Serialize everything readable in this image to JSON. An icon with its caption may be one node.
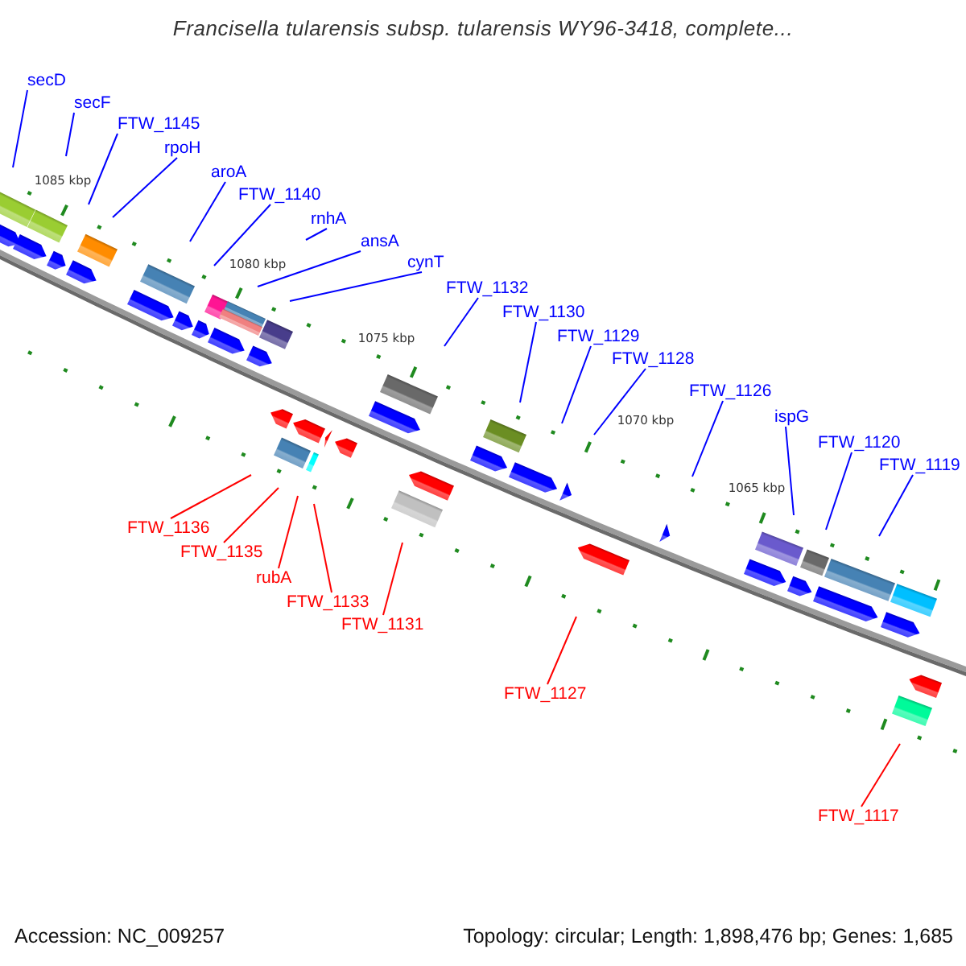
{
  "diagram": {
    "title": "Francisella tularensis subsp. tularensis WY96-3418, complete...",
    "nodes": [
      {
        "text": [
          "secD"
        ]
      },
      {
        "text": [
          "secF"
        ]
      },
      {
        "text": [
          "FTW_1145"
        ]
      },
      {
        "text": [
          "rpoH"
        ]
      },
      {
        "text": [
          "aroA"
        ]
      },
      {
        "text": [
          "FTW_1140"
        ]
      },
      {
        "text": [
          "rnhA"
        ]
      },
      {
        "text": [
          "ansA"
        ]
      },
      {
        "text": [
          "cynT"
        ]
      },
      {
        "text": [
          "FTW_1132"
        ]
      },
      {
        "text": [
          "FTW_1130"
        ]
      },
      {
        "text": [
          "FTW_1129"
        ]
      },
      {
        "text": [
          "FTW_1128"
        ]
      },
      {
        "text": [
          "FTW_1126"
        ]
      },
      {
        "text": [
          "ispG"
        ]
      },
      {
        "text": [
          "FTW_1120"
        ]
      },
      {
        "text": [
          "FTW_1119"
        ]
      },
      {
        "text": [
          "FTW_1136"
        ]
      },
      {
        "text": [
          "FTW_1135"
        ]
      },
      {
        "text": [
          "rubA"
        ]
      },
      {
        "text": [
          "FTW_1133"
        ]
      },
      {
        "text": [
          "FTW_1131"
        ]
      },
      {
        "text": [
          "FTW_1127"
        ]
      },
      {
        "text": [
          "FTW_1117"
        ]
      }
    ],
    "edges": [
      {
        "from": 0,
        "to": null,
        "arrow": "none"
      },
      {
        "from": 1,
        "to": null,
        "arrow": "none"
      },
      {
        "from": 2,
        "to": null,
        "arrow": "none"
      },
      {
        "from": 3,
        "to": null,
        "arrow": "none"
      },
      {
        "from": 4,
        "to": null,
        "arrow": "none"
      },
      {
        "from": 5,
        "to": null,
        "arrow": "none"
      },
      {
        "from": 6,
        "to": null,
        "arrow": "none"
      },
      {
        "from": 7,
        "to": null,
        "arrow": "none"
      },
      {
        "from": 8,
        "to": null,
        "arrow": "none"
      },
      {
        "from": 9,
        "to": null,
        "arrow": "none"
      },
      {
        "from": 10,
        "to": null,
        "arrow": "none"
      },
      {
        "from": 11,
        "to": null,
        "arrow": "none"
      },
      {
        "from": 12,
        "to": null,
        "arrow": "none"
      },
      {
        "from": 13,
        "to": null,
        "arrow": "none"
      },
      {
        "from": 14,
        "to": null,
        "arrow": "none"
      },
      {
        "from": 15,
        "to": null,
        "arrow": "none"
      },
      {
        "from": 16,
        "to": null,
        "arrow": "none"
      },
      {
        "from": 17,
        "to": null,
        "arrow": "none",
        "color": "#ff0000"
      },
      {
        "from": 18,
        "to": null,
        "arrow": "none",
        "color": "#ff0000"
      },
      {
        "from": 19,
        "to": null,
        "arrow": "none",
        "color": "#ff0000"
      },
      {
        "from": 20,
        "to": null,
        "arrow": "none",
        "color": "#ff0000"
      },
      {
        "from": 21,
        "to": null,
        "arrow": "none",
        "color": "#ff0000"
      },
      {
        "from": 22,
        "to": null,
        "arrow": "none",
        "color": "#ff0000"
      },
      {
        "from": 23,
        "to": null,
        "arrow": "none",
        "color": "#ff0000"
      }
    ],
    "labels": [
      "1085 kbp",
      "1080 kbp",
      "1075 kbp",
      "1070 kbp",
      "1065 kbp",
      "Accession: NC_009257",
      "Topology: circular; Length: 1,898,476 bp; Genes: 1,685"
    ]
  }
}
